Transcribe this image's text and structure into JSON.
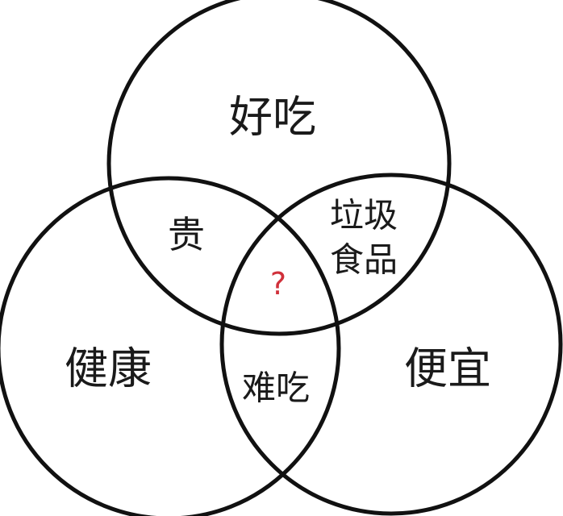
{
  "diagram": {
    "type": "venn-three-set",
    "colors": {
      "stroke": "#111111",
      "text": "#1a1a1a",
      "question_mark": "#d0303a",
      "background": "#ffffff"
    },
    "sets": {
      "top": {
        "label": "好吃"
      },
      "left": {
        "label": "健康"
      },
      "right": {
        "label": "便宜"
      }
    },
    "intersections": {
      "top_left": {
        "label": "贵"
      },
      "top_right": {
        "line1": "垃圾",
        "line2": "食品"
      },
      "left_right": {
        "label": "难吃"
      },
      "center": {
        "label": "?"
      }
    }
  }
}
